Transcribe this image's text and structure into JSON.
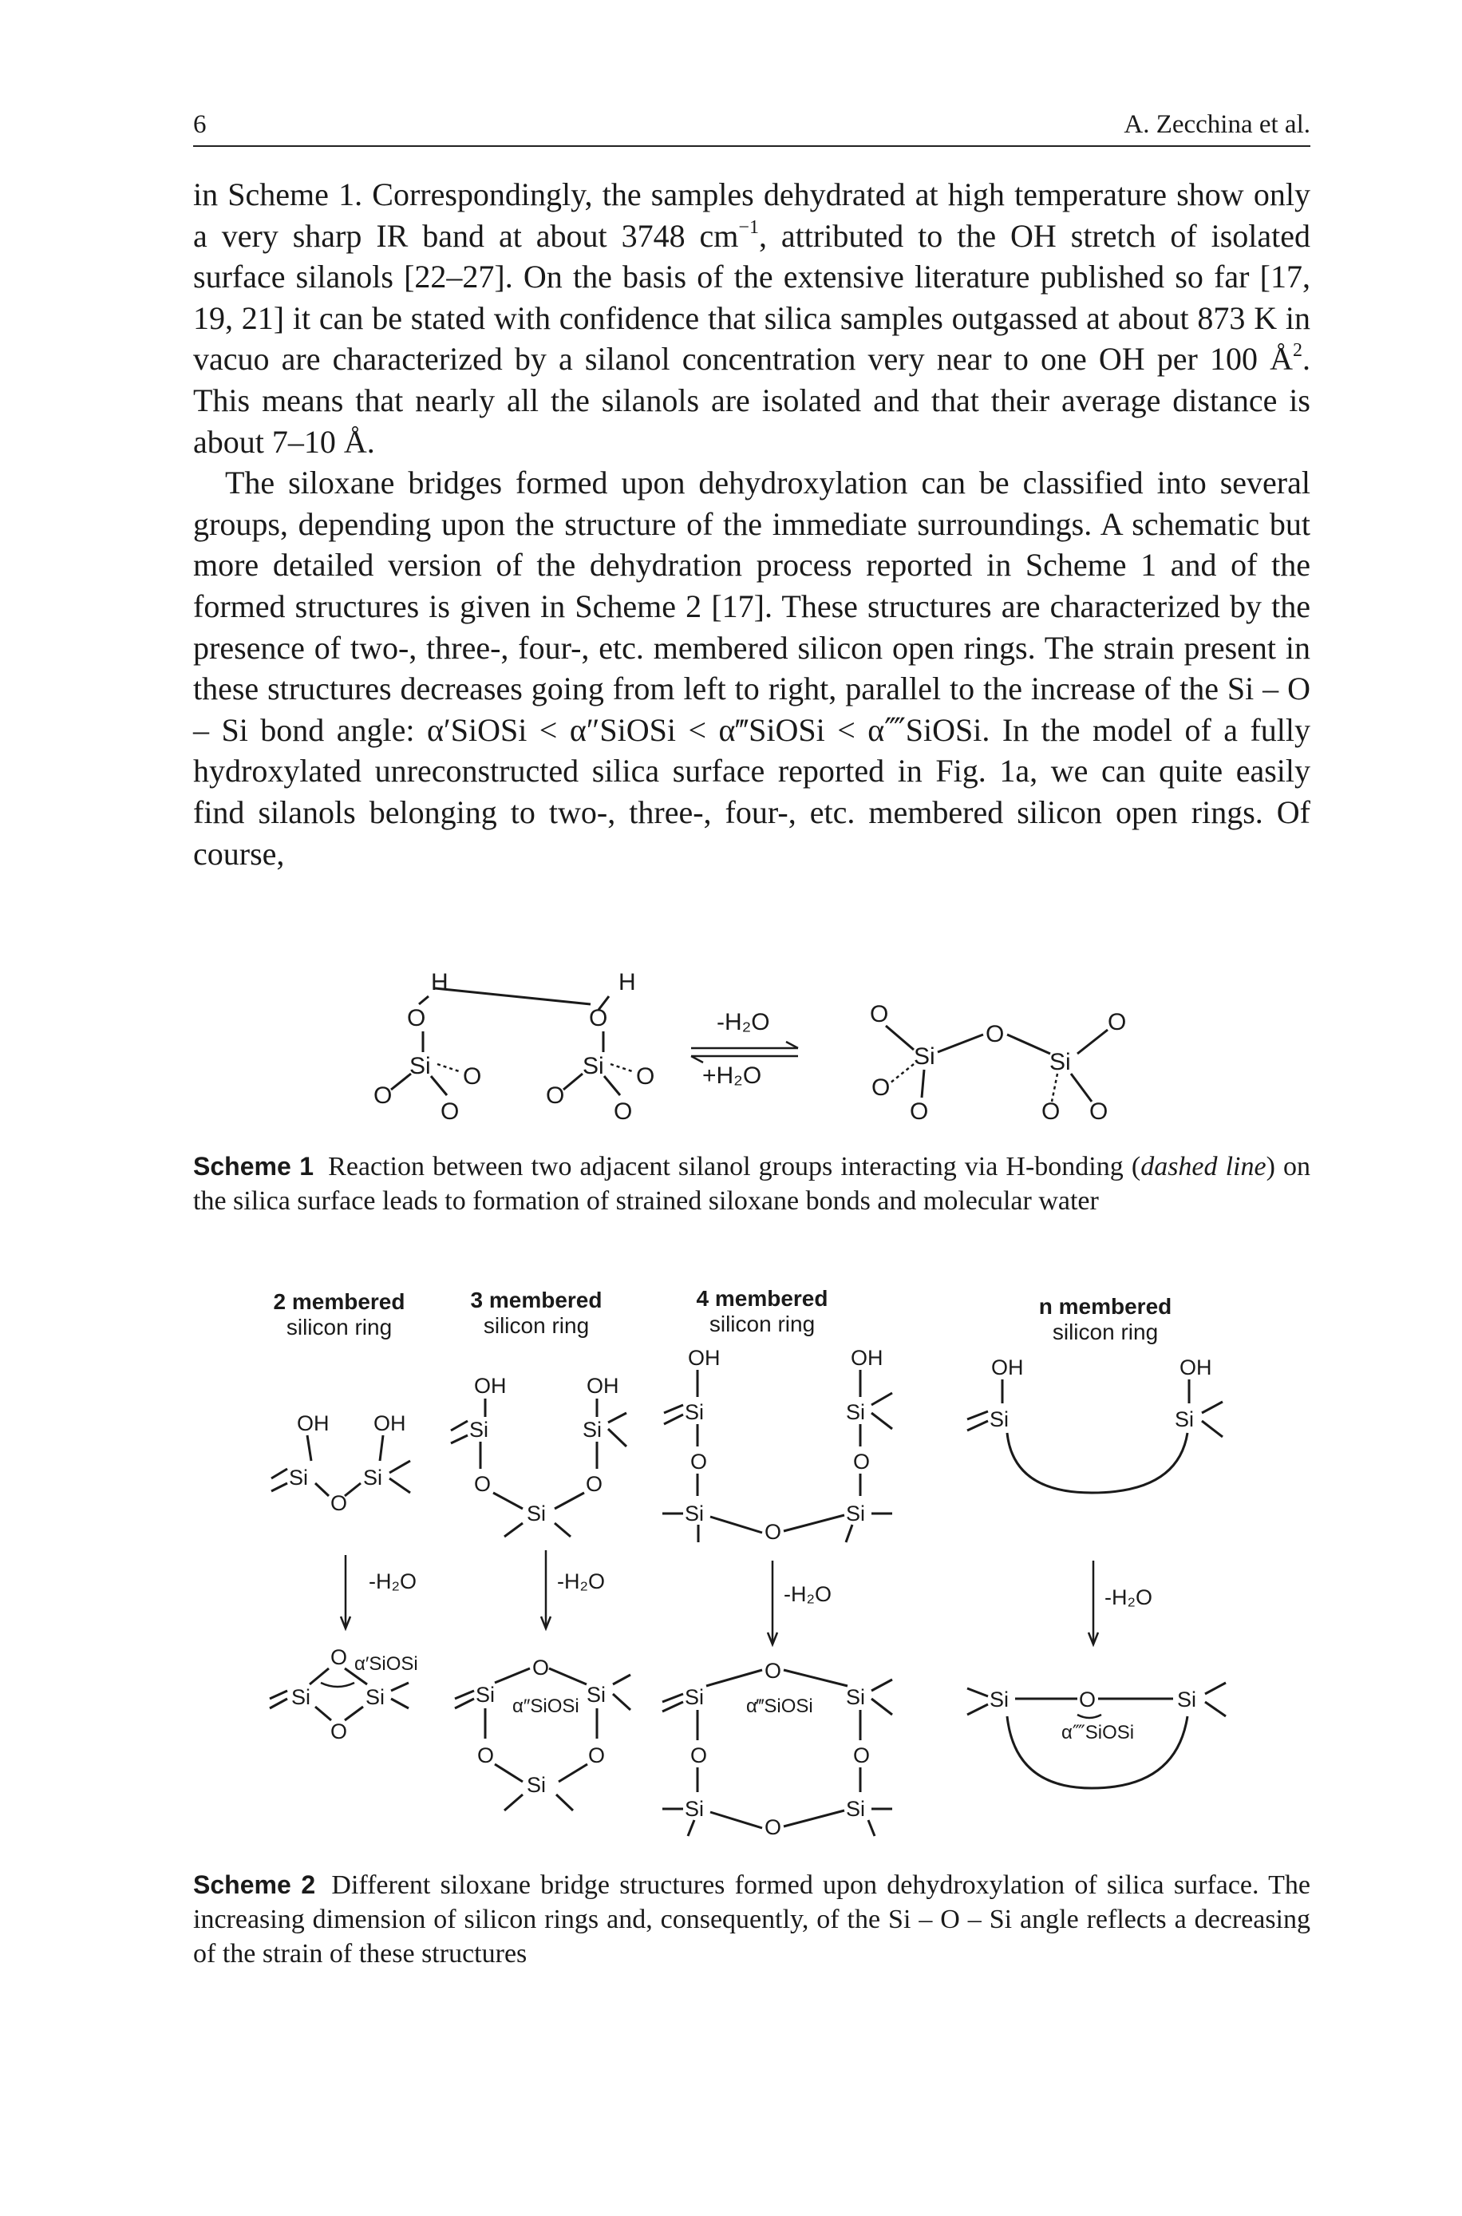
{
  "header": {
    "page_number": "6",
    "authors": "A. Zecchina et al."
  },
  "body": {
    "p1": {
      "a": "in Scheme 1. Correspondingly, the samples dehydrated at high temperature show only a very sharp IR band at about 3748 cm",
      "sup1": "−1",
      "b": ", attributed to the OH stretch of isolated surface silanols [22–27]. On the basis of the extensive literature published so far [17, 19, 21] it can be stated with confidence that silica samples outgassed at about 873 K in vacuo are characterized by a silanol concentration very near to one OH per 100 Å",
      "sup2": "2",
      "c": ". This means that nearly all the silanols are isolated and that their average distance is about 7–10 Å."
    },
    "p2": {
      "a": "The siloxane bridges formed upon dehydroxylation can be classified into several groups, depending upon the structure of the immediate surroundings. A schematic but more detailed version of the dehydration process reported in Scheme 1 and of the formed structures is given in Scheme 2 [17]. These structures are characterized by the presence of two-, three-, four-, etc. membered silicon open rings. The strain present in these structures decreases going from left to right, parallel to the increase of the Si – O – Si bond angle: ",
      "angles": "α′SiOSi < α″SiOSi < α‴SiOSi < α⁗SiOSi",
      "b": ". In the model of a fully hydroxylated unreconstructed silica surface reported in Fig. 1a, we can quite easily find silanols belonging to two-, three-, four-, etc. membered silicon open rings. Of course,"
    }
  },
  "scheme1": {
    "arrow_top": "-H₂O",
    "arrow_bottom": "+H₂O",
    "atom_H": "H",
    "atom_O": "O",
    "atom_Si": "Si"
  },
  "caption1": {
    "label": "Scheme 1",
    "text_a": "Reaction between two adjacent silanol groups interacting via H-bonding (",
    "text_em": "dashed line",
    "text_b": ") on the silica surface leads to formation of strained siloxane bonds and molecular water"
  },
  "scheme2": {
    "columns": [
      {
        "title_1": "2 membered",
        "title_2": "silicon ring",
        "angle": "α′SiOSi"
      },
      {
        "title_1": "3 membered",
        "title_2": "silicon ring",
        "angle": "α″SiOSi"
      },
      {
        "title_1": "4 membered",
        "title_2": "silicon ring",
        "angle": "α‴SiOSi"
      },
      {
        "title_1": "n membered",
        "title_2": "silicon ring",
        "angle": "α⁗SiOSi"
      }
    ],
    "arrow_label": "-H₂O",
    "atom_OH": "OH",
    "atom_Si": "Si",
    "atom_O": "O"
  },
  "caption2": {
    "label": "Scheme 2",
    "text": "Different siloxane bridge structures formed upon dehydroxylation of silica surface. The increasing dimension of silicon rings and, consequently, of the Si – O – Si angle reflects a decreasing of the strain of these structures"
  }
}
